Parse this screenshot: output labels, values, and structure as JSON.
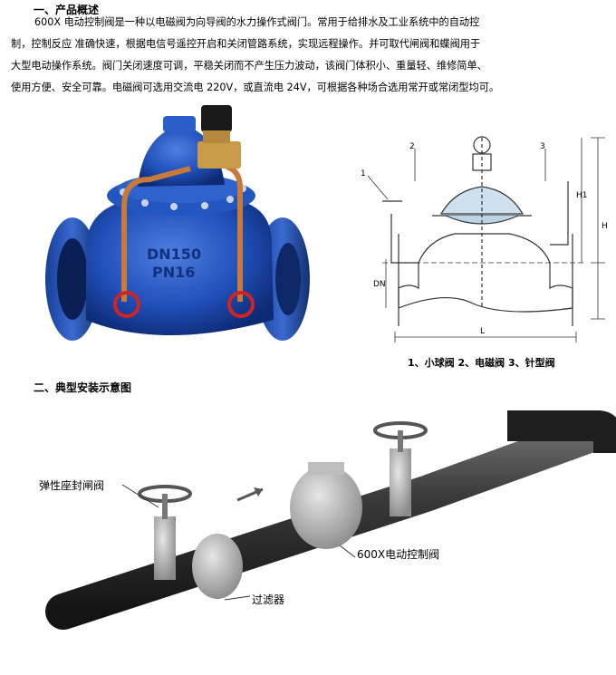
{
  "section1": {
    "title": "一、产品概述",
    "lines": [
      "600X 电动控制阀是一种以电磁阀为向导阀的水力操作式阀门。常用于给排水及工业系统中的自动控",
      "制，控制反应 准确快速，根据电信号遥控开启和关闭管路系统，实现远程操作。并可取代闸阀和蝶阀用于",
      "大型电动操作系统。阀门关闭速度可调，平稳关闭而不产生压力波动，该阀门体积小、重量轻、维修简单、",
      "使用方便、安全可靠。电磁阀可选用交流电 220V，或直流电 24V，可根据各种场合选用常开或常闭型均可。"
    ]
  },
  "photo": {
    "dn_text": "DN150",
    "pn_text": "PN16"
  },
  "drawing": {
    "callouts": [
      "1",
      "2",
      "3"
    ],
    "dims": {
      "h1": "H1",
      "h": "H",
      "dn": "DN",
      "l": "L"
    },
    "caption": "1、小球阀 2、电磁阀 3、针型阀"
  },
  "section2": {
    "title": "二、典型安装示意图",
    "labels": {
      "gate_valve": "弹性座封闸阀",
      "control_valve": "600X电动控制阀",
      "filter": "过滤器"
    }
  },
  "colors": {
    "valve_blue": "#1f4fb8",
    "pipe_dark": "#2a2a2a",
    "copper": "#c77a3a"
  }
}
